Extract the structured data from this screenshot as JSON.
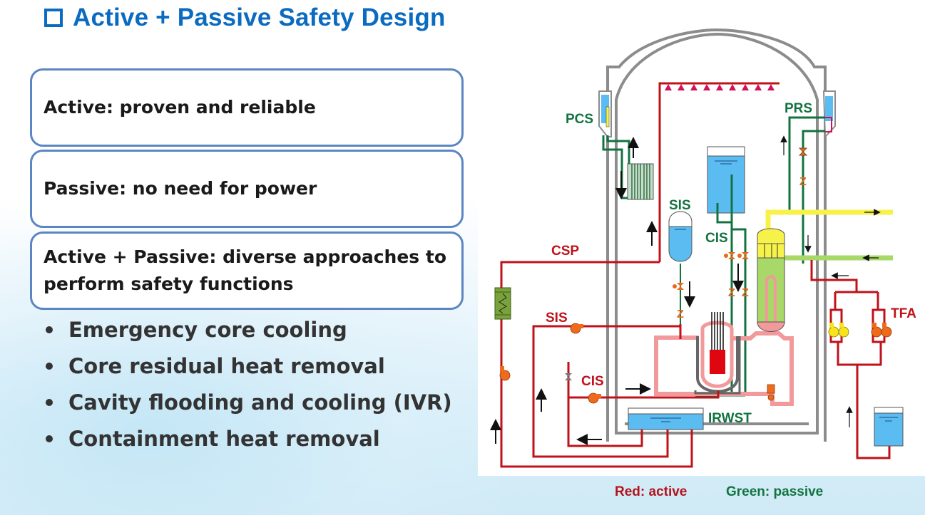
{
  "title": "Active + Passive Safety Design",
  "boxes": [
    {
      "text": "Active: proven and reliable"
    },
    {
      "text": "Passive: no need for power"
    },
    {
      "text": "Active + Passive: diverse approaches to perform safety functions"
    }
  ],
  "bullets": [
    "Emergency core cooling",
    "Core residual heat removal",
    "Cavity flooding and cooling (IVR)",
    "Containment heat removal"
  ],
  "diagram": {
    "labels": {
      "pcs": "PCS",
      "prs": "PRS",
      "sis_passive": "SIS",
      "cis_passive": "CIS",
      "csp": "CSP",
      "sis_active": "SIS",
      "cis_active": "CIS",
      "irwst": "IRWST",
      "tfa": "TFA"
    },
    "colors": {
      "active": "#c0121a",
      "passive": "#127340",
      "primary_loop": "#f2999b",
      "water": "#5bbcf2",
      "containment": "#8c8c8c",
      "steam_line": "#f7f24a",
      "feed_line": "#a8d868",
      "spray": "#d4105a",
      "pump": "#f06a1c"
    }
  },
  "legend": {
    "red": "Red: active",
    "green": "Green: passive"
  }
}
